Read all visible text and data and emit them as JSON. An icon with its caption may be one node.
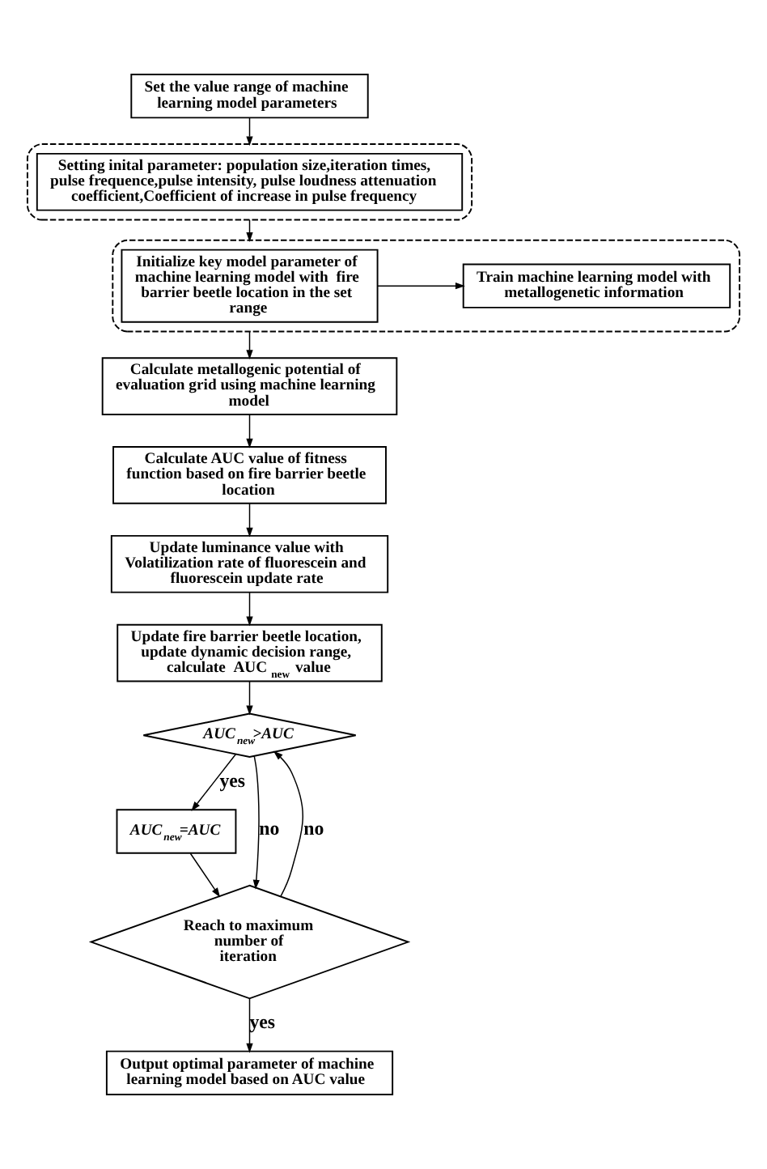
{
  "diagram": {
    "nodes": [
      {
        "text": [
          "Set the value range of machine learning model parameters"
        ]
      },
      {
        "text": [],
        "shape": "box"
      },
      {
        "text": [
          "Setting inital parameter: population size,iteration times, pulse frequence,pulse intensity, pulse loudness attenuation coefficient,Coefficient of increase in pulse frequency"
        ],
        "in": 1
      },
      {
        "text": [],
        "shape": "box"
      },
      {
        "text": [
          "Initialize key model parameter of machine learning model with  fire barrier beetle location in the set range"
        ],
        "in": 3
      },
      {
        "text": [
          "Train machine learning model with metallogenetic information"
        ],
        "in": 3
      },
      {
        "text": [
          "Calculate metallogenic potential of evaluation grid using machine learning model"
        ]
      },
      {
        "text": [
          "Calculate AUC value of fitness function based on fire barrier beetle location"
        ]
      },
      {
        "text": [
          "Update luminance value with Volatilization rate of fluorescein and fluorescein update rate"
        ]
      },
      {
        "text": [
          "Update fire barrier beetle location, update dynamic decision range, calculate  AUC$_{new}$ value"
        ]
      },
      {
        "text": [
          "AUC$_{new}$>AUC"
        ]
      },
      {
        "text": [
          "AUC$_{new}$=AUC"
        ]
      },
      {
        "text": [
          "Reach to maximum number of iteration"
        ]
      },
      {
        "text": [
          "Output optimal parameter of machine learning model based on AUC value"
        ]
      }
    ],
    "edges": [
      {
        "from": 0,
        "to": 1,
        "arrow": "to"
      },
      {
        "from": 1,
        "to": 3,
        "arrow": "to"
      },
      {
        "from": 4,
        "to": 5,
        "arrow": "to"
      },
      {
        "from": 3,
        "to": 6,
        "arrow": "to"
      },
      {
        "from": 6,
        "to": 7,
        "arrow": "to"
      },
      {
        "from": 7,
        "to": 8,
        "arrow": "to"
      },
      {
        "from": 8,
        "to": 9,
        "arrow": "to"
      },
      {
        "from": 9,
        "to": 10,
        "arrow": "to"
      },
      {
        "from": 10,
        "to": 11,
        "arrow": "to",
        "label": "yes"
      },
      {
        "from": 10,
        "to": 12,
        "arrow": "to",
        "label": "no"
      },
      {
        "from": 11,
        "to": 12,
        "arrow": "to"
      },
      {
        "from": 12,
        "to": 10,
        "arrow": "to",
        "label": "no"
      },
      {
        "from": 12,
        "to": 13,
        "arrow": "to",
        "label": "yes"
      }
    ]
  }
}
